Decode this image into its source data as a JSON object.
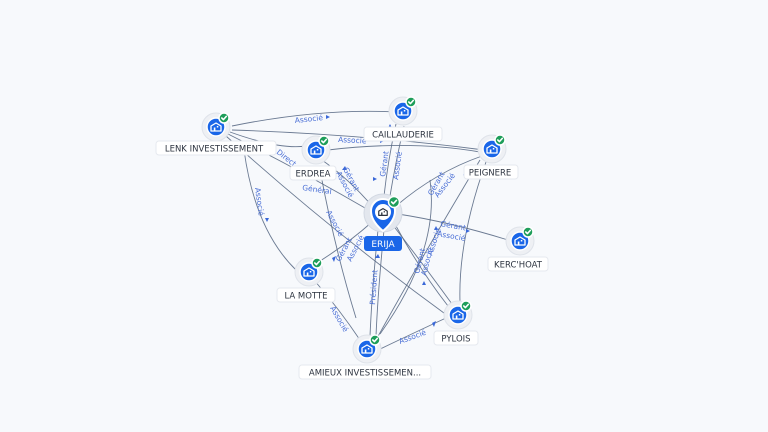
{
  "graph": {
    "center": {
      "label": "ERIJA",
      "icon": "building-icon",
      "status": "check-icon"
    },
    "nodes": [
      {
        "id": "lenk",
        "label": "LENK INVESTISSEMENT",
        "icon": "building-icon",
        "status": "check-icon"
      },
      {
        "id": "caillauderie",
        "label": "CAILLAUDERIE",
        "icon": "building-icon",
        "status": "check-icon"
      },
      {
        "id": "erdrea",
        "label": "ERDREA",
        "icon": "building-icon",
        "status": "check-icon"
      },
      {
        "id": "peignere",
        "label": "PEIGNERE",
        "icon": "building-icon",
        "status": "check-icon"
      },
      {
        "id": "kerchoat",
        "label": "KERC'HOAT",
        "icon": "building-icon",
        "status": "check-icon"
      },
      {
        "id": "lamotte",
        "label": "LA MOTTE",
        "icon": "building-icon",
        "status": "check-icon"
      },
      {
        "id": "pylois",
        "label": "PYLOIS",
        "icon": "building-icon",
        "status": "check-icon"
      },
      {
        "id": "amieux",
        "label": "AMIEUX INVESTISSEMEN...",
        "icon": "building-icon",
        "status": "check-icon"
      }
    ],
    "edges": [
      {
        "from": "lenk",
        "to": "caillauderie",
        "label": "Associé"
      },
      {
        "from": "lenk",
        "to": "peignere",
        "label": "Associé"
      },
      {
        "from": "lenk",
        "to": "erija",
        "label": "Direct"
      },
      {
        "from": "lenk",
        "to": "pylois",
        "label": ""
      },
      {
        "from": "lenk",
        "to": "lamotte",
        "label": "Associé"
      },
      {
        "from": "erdrea",
        "to": "erija",
        "label": "Gérant"
      },
      {
        "from": "erdrea",
        "to": "erija",
        "label": "Associé"
      },
      {
        "from": "erdrea",
        "to": "peignere",
        "label": ""
      },
      {
        "from": "erdrea",
        "to": "lamotte",
        "label": "Associé"
      },
      {
        "from": "caillauderie",
        "to": "erija",
        "label": "Gérant"
      },
      {
        "from": "caillauderie",
        "to": "erija",
        "label": "Associé"
      },
      {
        "from": "peignere",
        "to": "erija",
        "label": "Gérant"
      },
      {
        "from": "peignere",
        "to": "erija",
        "label": "Associé"
      },
      {
        "from": "peignere",
        "to": "amieux",
        "label": "Associé"
      },
      {
        "from": "kerchoat",
        "to": "erija",
        "label": "Gérant"
      },
      {
        "from": "kerchoat",
        "to": "erija",
        "label": "Associé"
      },
      {
        "from": "lamotte",
        "to": "erija",
        "label": "Gérant"
      },
      {
        "from": "lamotte",
        "to": "erija",
        "label": "Associé"
      },
      {
        "from": "lamotte",
        "to": "amieux",
        "label": "Associé"
      },
      {
        "from": "amieux",
        "to": "erija",
        "label": "Président"
      },
      {
        "from": "amieux",
        "to": "pylois",
        "label": "Associé"
      },
      {
        "from": "pylois",
        "to": "erija",
        "label": "Gérant"
      },
      {
        "from": "pylois",
        "to": "erija",
        "label": "Associé"
      },
      {
        "from": "erija",
        "to": "erdrea",
        "label": "Général"
      }
    ]
  },
  "colors": {
    "node": "#1a66e8",
    "status_ok": "#1e9e5a",
    "edge": "#5b6b86",
    "edge_label": "#4a6fd6",
    "background": "#f7f9fc"
  }
}
